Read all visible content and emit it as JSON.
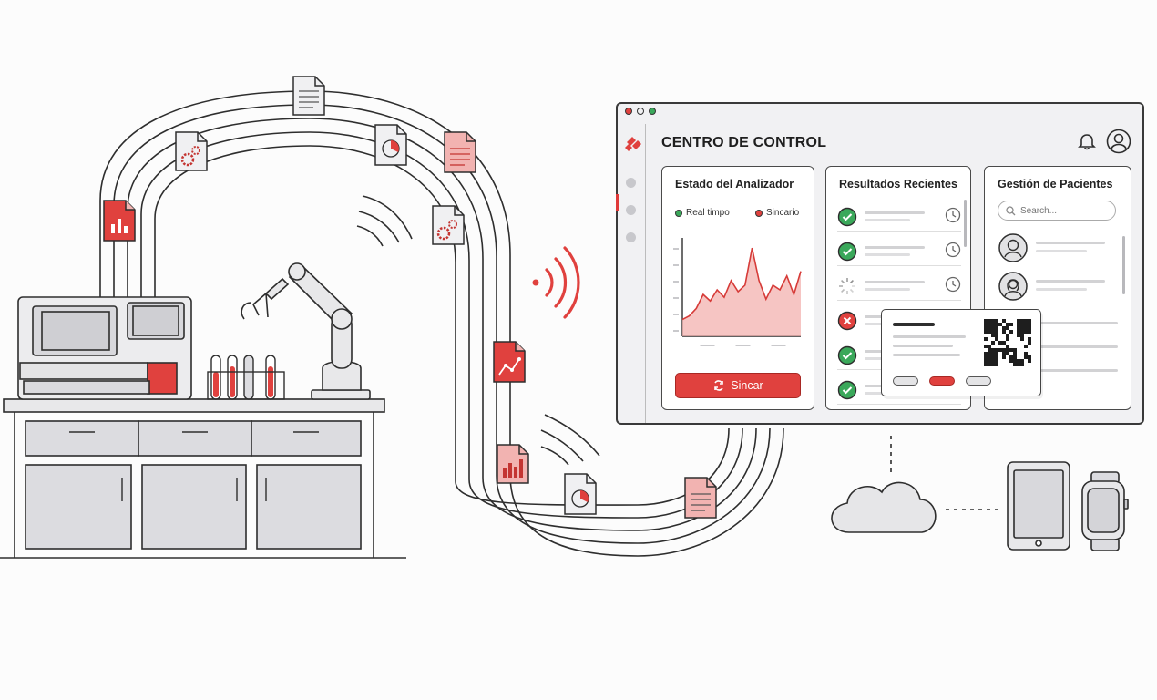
{
  "dashboard": {
    "title": "CENTRO DE CONTROL",
    "analyzer": {
      "title": "Estado del Analizador",
      "legend_realtime": "Real timpo",
      "legend_sync": "Sincario",
      "sync_button": "Sincar",
      "trend": [
        0.18,
        0.22,
        0.3,
        0.45,
        0.38,
        0.5,
        0.42,
        0.6,
        0.48,
        0.55,
        0.95,
        0.6,
        0.4,
        0.55,
        0.5,
        0.65,
        0.45,
        0.7
      ]
    },
    "results": {
      "title": "Resultados Recientes",
      "items": [
        {
          "status": "ok"
        },
        {
          "status": "ok"
        },
        {
          "status": "pending"
        },
        {
          "status": "error"
        },
        {
          "status": "ok"
        },
        {
          "status": "ok"
        }
      ]
    },
    "patients": {
      "title": "Gestión de Pacientes",
      "search_placeholder": "Search..."
    }
  },
  "colors": {
    "accent": "#e0413e",
    "ok": "#3aa85a",
    "line": "#3a3a3a",
    "soft_red": "#f2b3b1"
  },
  "icons": [
    "cross-logo-icon",
    "bell-icon",
    "user-icon",
    "document-icon",
    "gear-document-icon",
    "pie-document-icon",
    "bar-document-icon",
    "line-document-icon",
    "wifi-signal-icon",
    "cloud-icon",
    "tablet-icon",
    "watch-icon",
    "qr-code-icon",
    "check-icon",
    "x-icon",
    "clock-icon",
    "sync-icon",
    "search-icon"
  ]
}
